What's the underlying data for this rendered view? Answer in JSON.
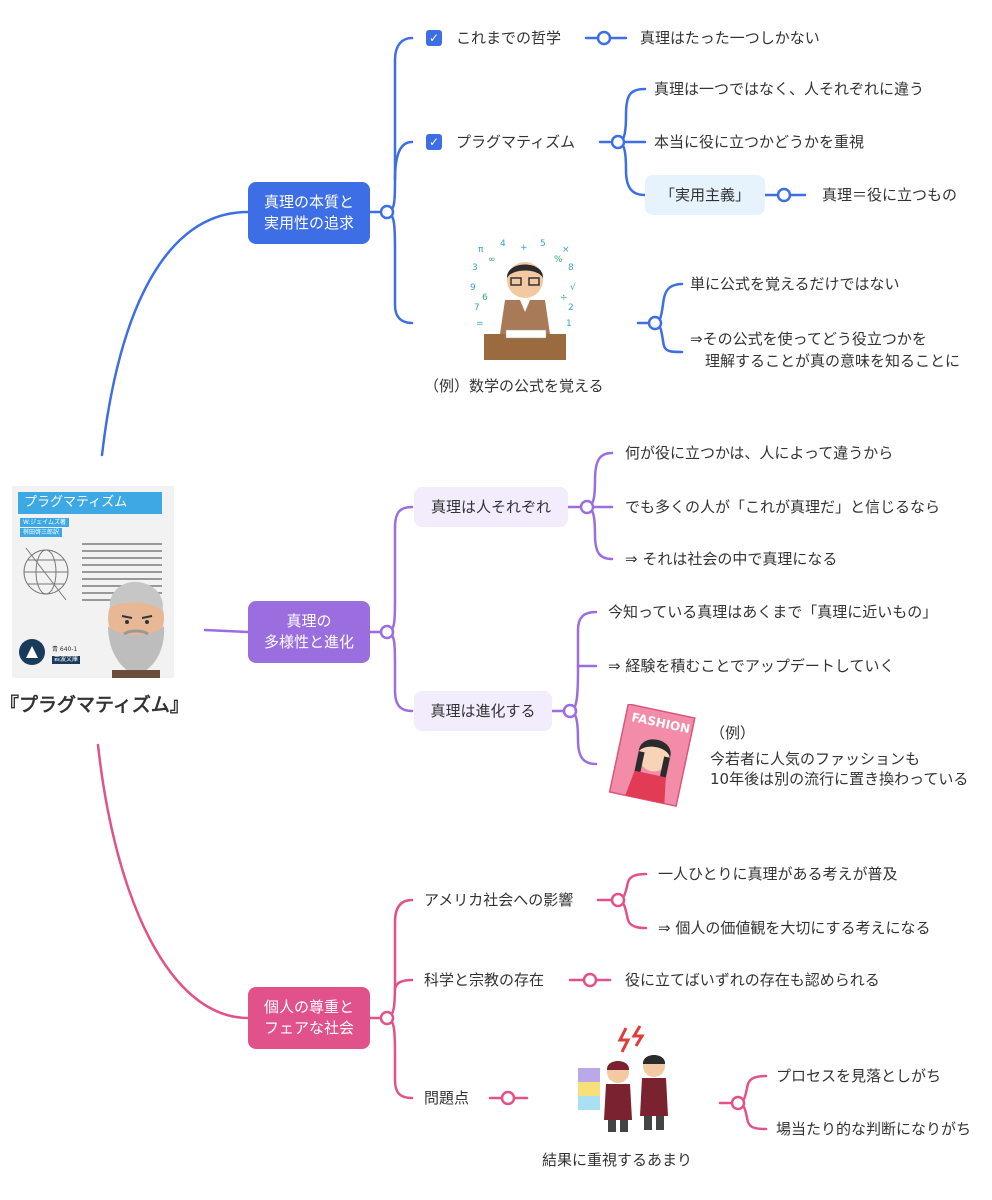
{
  "root": {
    "title": "『プラグマティズム』",
    "book": {
      "cover_title": "プラグマティズム",
      "author": "W.ジェイムズ著",
      "translator": "桝田啓三郎訳",
      "price": "青 640-1",
      "publisher": "岩波文庫"
    }
  },
  "branches": [
    {
      "label": "真理の本質と\n実用性の追求",
      "color": "#3d6ee6",
      "children": [
        {
          "label": "これまでの哲学",
          "checked": true,
          "detail": "真理はたった一つしかない"
        },
        {
          "label": "プラグマティズム",
          "checked": true,
          "details": [
            "真理は一つではなく、人それぞれに違う",
            "本当に役に立つかどうかを重視"
          ],
          "sub": {
            "label": "「実用主義」",
            "detail": "真理＝役に立つもの"
          }
        },
        {
          "label": "（例）数学の公式を覚える",
          "illustration": "student-studying-math-icon",
          "details": [
            "単に公式を覚えるだけではない",
            "⇒その公式を使ってどう役立つかを\n　理解することが真の意味を知ることに"
          ]
        }
      ]
    },
    {
      "label": "真理の\n多様性と進化",
      "color": "#9b6ee0",
      "children": [
        {
          "label": "真理は人それぞれ",
          "details": [
            "何が役に立つかは、人によって違うから",
            "でも多くの人が「これが真理だ」と信じるなら",
            "⇒ それは社会の中で真理になる"
          ]
        },
        {
          "label": "真理は進化する",
          "details": [
            "今知っている真理はあくまで「真理に近いもの」",
            "⇒ 経験を積むことでアップデートしていく"
          ],
          "example": {
            "magazine_word": "FASHION",
            "label": "（例）",
            "text": [
              "今若者に人気のファッションも",
              "10年後は別の流行に置き換わっている"
            ]
          }
        }
      ]
    },
    {
      "label": "個人の尊重と\nフェアな社会",
      "color": "#e2528a",
      "children": [
        {
          "label": "アメリカ社会への影響",
          "details": [
            "一人ひとりに真理がある考えが普及",
            "⇒ 個人の価値観を大切にする考えになる"
          ]
        },
        {
          "label": "科学と宗教の存在",
          "detail": "役に立てばいずれの存在も認められる"
        },
        {
          "label": "問題点",
          "illustration_caption": "結果に重視するあまり",
          "details": [
            "プロセスを見落としがち",
            "場当たり的な判断になりがち"
          ]
        }
      ]
    }
  ],
  "colors": {
    "blue": "#3d6ee6",
    "purple": "#9b6ee0",
    "pink": "#e2528a"
  }
}
